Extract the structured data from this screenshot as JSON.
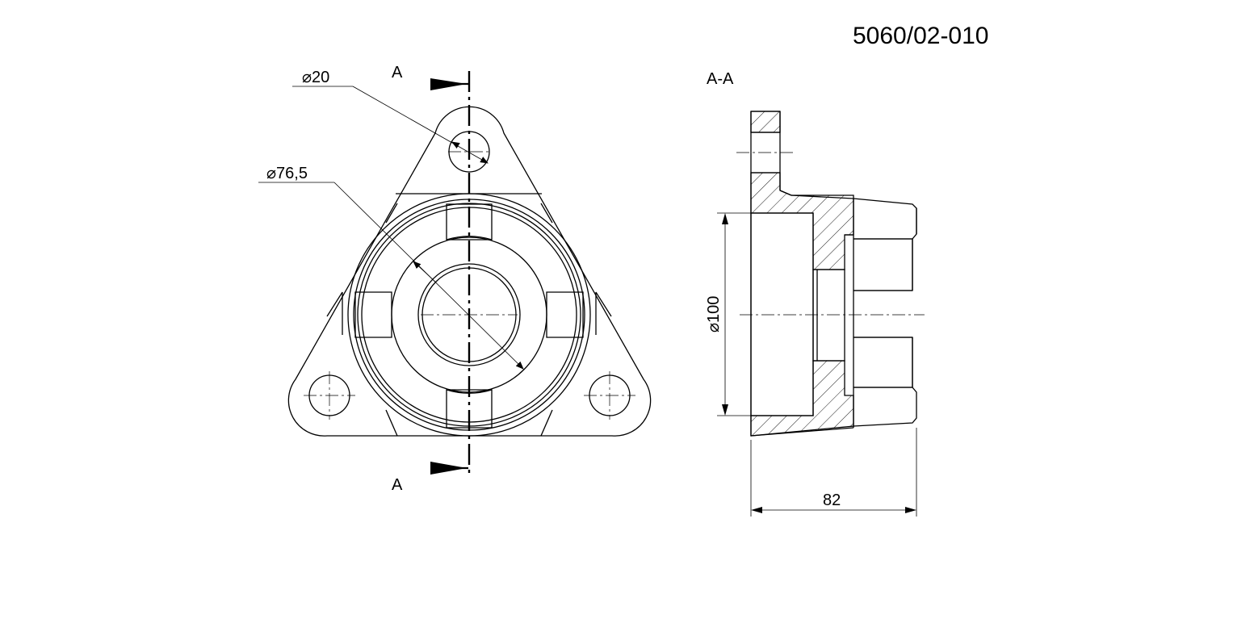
{
  "drawing_number": "5060/02-010",
  "section_marker": "A",
  "section_title": "A-A",
  "dims": {
    "hole_diameter": "20",
    "bore_diameter": "76,5",
    "outer_diameter": "100",
    "length": "82"
  },
  "symbols": {
    "diameter": "⌀"
  }
}
